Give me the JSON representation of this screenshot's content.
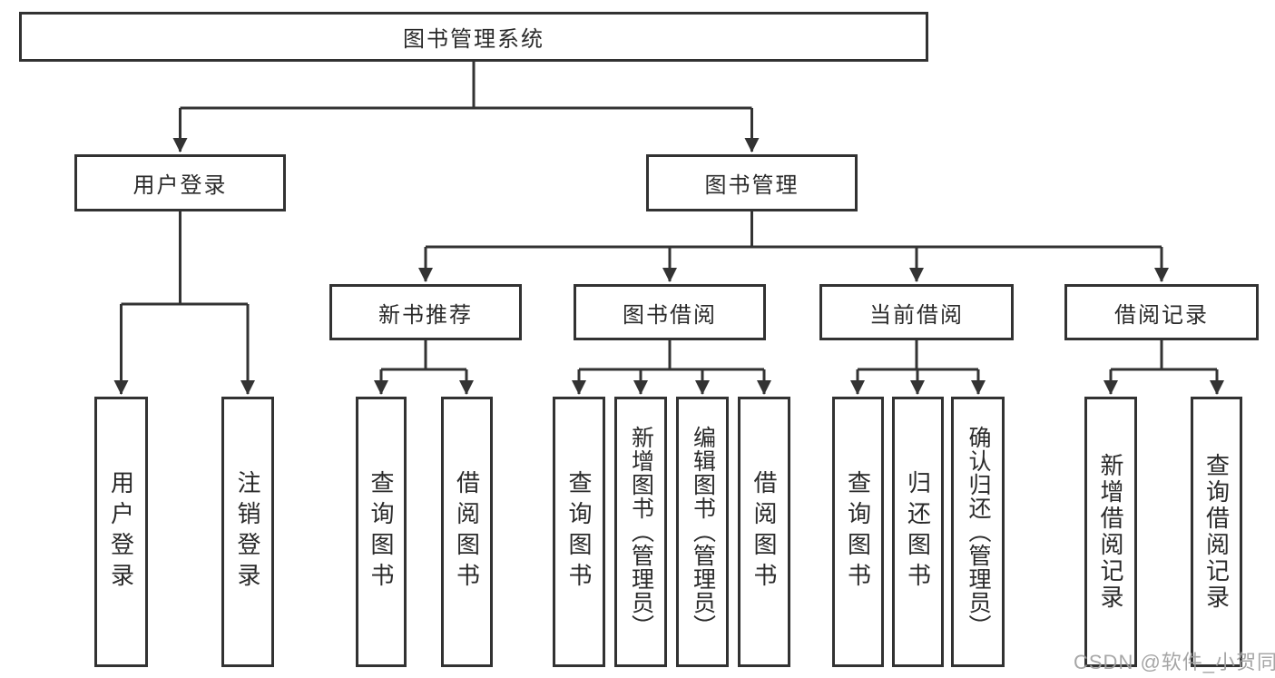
{
  "diagram": {
    "title": "图书管理系统",
    "level2": {
      "user_login": "用户登录",
      "book_mgmt": "图书管理"
    },
    "level3": {
      "new_books": "新书推荐",
      "borrowing": "图书借阅",
      "current": "当前借阅",
      "records": "借阅记录"
    },
    "leaves": {
      "user_login": [
        "用户登录",
        "注销登录"
      ],
      "new_books": [
        "查询图书",
        "借阅图书"
      ],
      "borrowing": [
        "查询图书",
        "新增图书（管理员）",
        "编辑图书（管理员）",
        "借阅图书"
      ],
      "current": [
        "查询图书",
        "归还图书",
        "确认归还（管理员）"
      ],
      "records": [
        "新增借阅记录",
        "查询借阅记录"
      ]
    },
    "colors": {
      "line": "#333333",
      "box_border": "#323232",
      "box_background": "#ffffff",
      "text": "#2a2a2a",
      "watermark": "#9e9e9e",
      "page_background": "#ffffff"
    }
  },
  "watermark": {
    "text": "CSDN @软件_小贺同学"
  }
}
